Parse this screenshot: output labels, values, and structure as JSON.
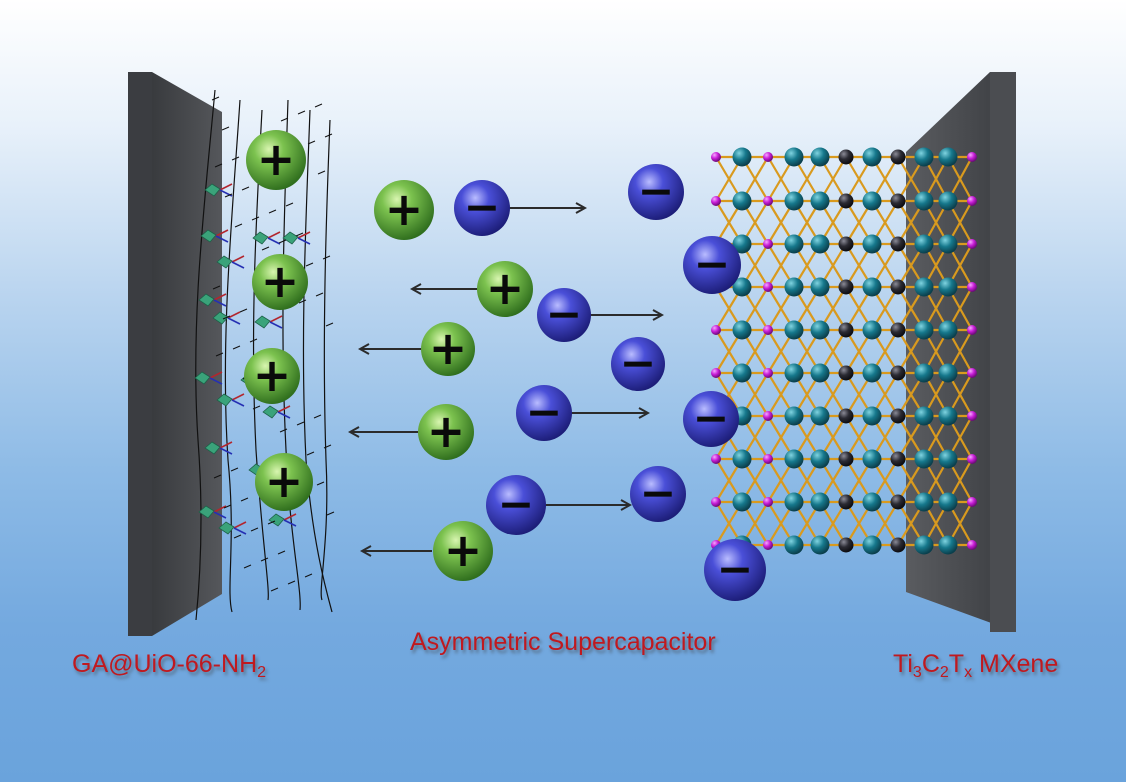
{
  "labels": {
    "left_prefix": "GA@UiO-66-NH",
    "left_sub": "2",
    "center": "Asymmetric Supercapacitor",
    "right_ti": "Ti",
    "right_ti_sub": "3",
    "right_c": "C",
    "right_c_sub": "2",
    "right_t": "T",
    "right_t_sub": "x",
    "right_suffix": " MXene"
  },
  "ion_symbols": {
    "cation": "+",
    "anion": "−"
  },
  "colors": {
    "label_red": "#c0191f",
    "cation_green": "#5aa83a",
    "anion_blue": "#3a3fc4",
    "electrode_gray": "#4a4c50",
    "mxene_bond": "#d99a1e",
    "mxene_teal": "#16788c",
    "mxene_dark": "#2b2b33",
    "mxene_magenta": "#c81ed8"
  }
}
